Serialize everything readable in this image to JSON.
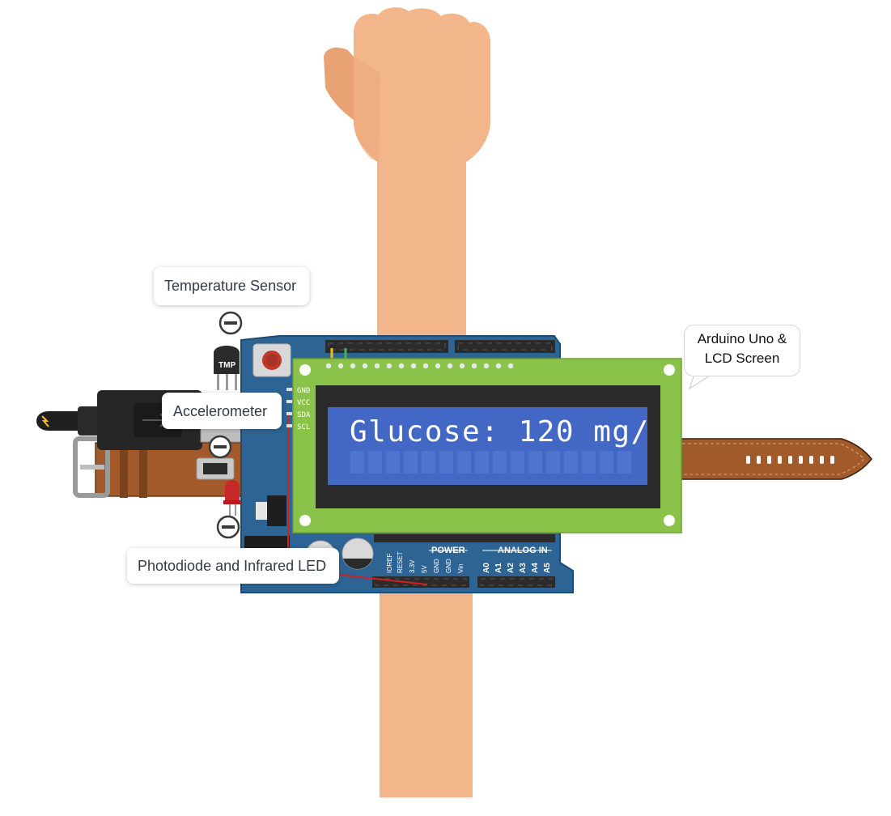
{
  "labels": {
    "temperature_sensor": "Temperature Sensor",
    "accelerometer": "Accelerometer",
    "photodiode": "Photodiode and Infrared LED",
    "arduino_lcd": "Arduino Uno & LCD Screen"
  },
  "lcd": {
    "line1": "Glucose: 120 mg/",
    "line2": ""
  },
  "board_text": {
    "tmp": "TMP",
    "pins_left": [
      "GND",
      "VCC",
      "SDA",
      "SCL"
    ],
    "power": "POWER",
    "power_pins": [
      "IOREF",
      "RESET",
      "3.3V",
      "5V",
      "GND",
      "GND",
      "Vin"
    ],
    "analog_in": "ANALOG IN",
    "analog_pins": [
      "A0",
      "A1",
      "A2",
      "A3",
      "A4",
      "A5"
    ]
  },
  "colors": {
    "skin": "#f3b58a",
    "board_blue": "#2d6493",
    "lcd_green": "#8bc34a",
    "lcd_screen": "#4267c4",
    "lcd_text": "#ffffff",
    "strap": "#a35a2a"
  }
}
